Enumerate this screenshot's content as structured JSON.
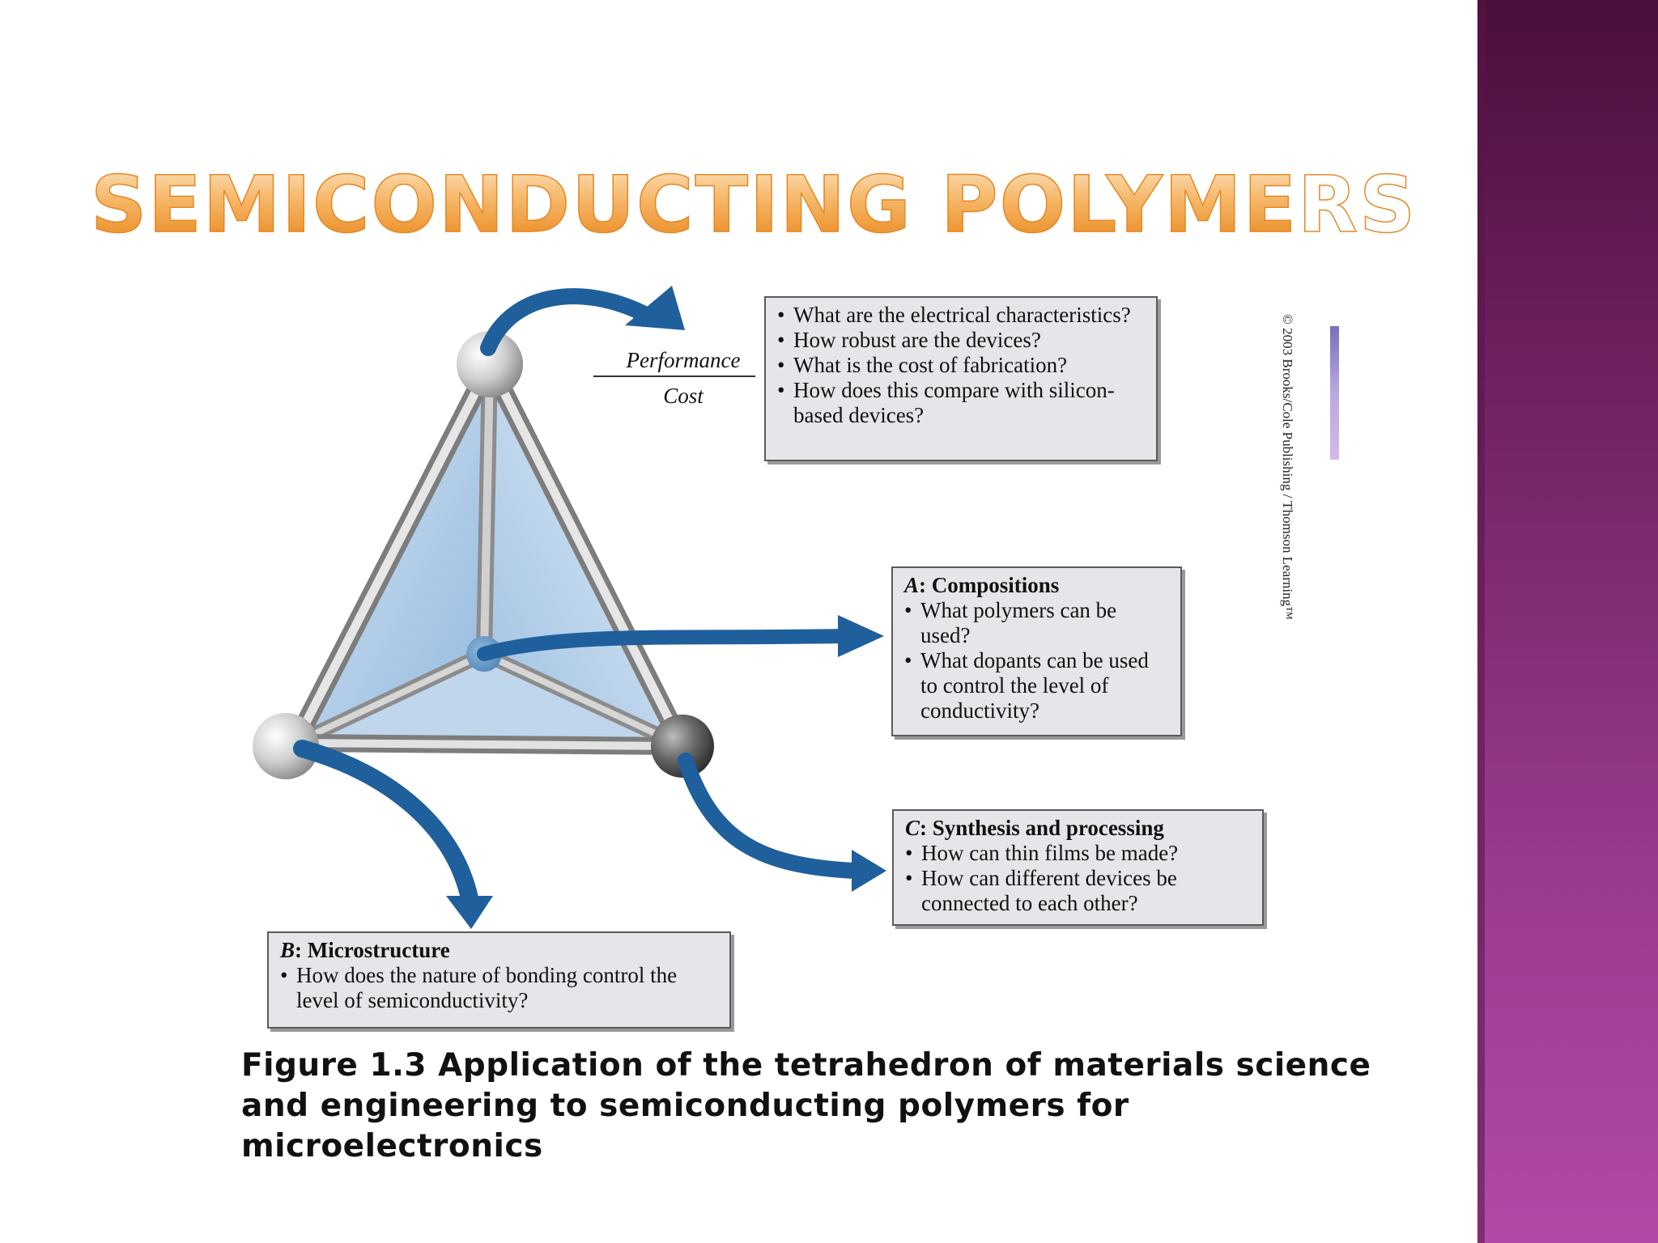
{
  "slide": {
    "title": "SEMICONDUCTING POLYMERS",
    "accent_colors": {
      "title": "#f0a040",
      "side_panel": "#7a2a6e",
      "arrows": "#1f5f9c",
      "tetrahedron_face": "#a9c8e6"
    }
  },
  "diagram": {
    "performance_label": "Performance",
    "cost_label": "Cost",
    "top_box": {
      "items": [
        "What are the electrical characteristics?",
        "How robust are the devices?",
        "What is the cost of fabrication?",
        "How does this compare with silicon-based devices?"
      ]
    },
    "box_a": {
      "letter": "A",
      "heading": ": Compositions",
      "items": [
        "What polymers can be used?",
        "What dopants can be used to control the level of conductivity?"
      ]
    },
    "box_c": {
      "letter": "C",
      "heading": ": Synthesis and processing",
      "items": [
        "How can thin films be made?",
        "How can different devices be connected to each other?"
      ]
    },
    "box_b": {
      "letter": "B",
      "heading": ": Microstructure",
      "items": [
        "How does the nature of bonding control the level of semiconductivity?"
      ]
    },
    "copyright": "© 2003 Brooks/Cole Publishing / Thomson Learning™"
  },
  "caption": "Figure 1.3  Application of the tetrahedron of materials science and engineering to semiconducting polymers for microelectronics"
}
